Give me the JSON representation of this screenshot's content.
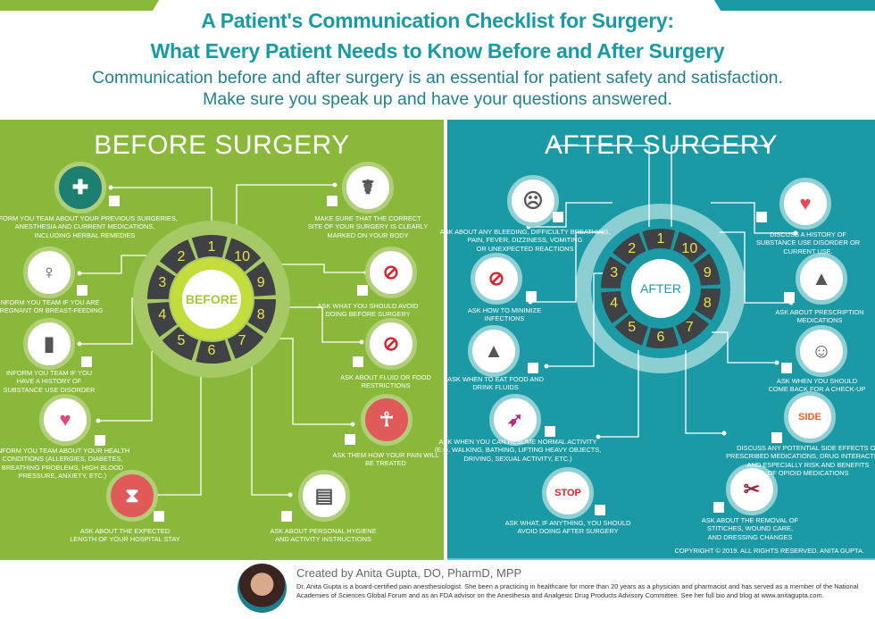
{
  "header": {
    "title_line1": "A Patient's Communication Checklist for Surgery:",
    "title_line2": "What Every Patient Needs to Know Before and After Surgery",
    "subtitle_line1": "Communication before and after surgery is an essential for patient safety and satisfaction.",
    "subtitle_line2": "Make sure you speak up and have your questions answered."
  },
  "colors": {
    "green": "#8ab83a",
    "teal": "#1b9aa6",
    "title": "#1a9aa5",
    "number": "#eae44e"
  },
  "before": {
    "title": "BEFORE SURGERY",
    "wheel_label": "BEFORE",
    "items": [
      {
        "number": "1",
        "icon": "first-aid-kit-icon",
        "text": "Inform you team about your previous surgeries,\nanesthesia and current medications,\nincluding herbal  remedies"
      },
      {
        "number": "2",
        "icon": "pregnant-woman-icon",
        "text": "Inform you team if you are\npregnant or breast-feeding"
      },
      {
        "number": "3",
        "icon": "pill-bottle-icon",
        "text": "Inform you team if you\nhave a history of\nsubstance use disorder"
      },
      {
        "number": "4",
        "icon": "health-conditions-heart-icon",
        "text": "Inform you team about your health\nconditions (allergies, diabetes,\nbreathing problems, high blood\npressure, anxiety, etc.)"
      },
      {
        "number": "5",
        "icon": "hourglass-icon",
        "text": "Ask about the expected\nlength of your hospital stay"
      },
      {
        "number": "6",
        "icon": "instructions-book-icon",
        "text": "Ask about personal hygiene\nand activity instructions"
      },
      {
        "number": "7",
        "icon": "body-pain-icon",
        "text": "Ask them how your pain will\nbe treated"
      },
      {
        "number": "8",
        "icon": "no-food-icon",
        "text": "Ask about fluid or food\nrestrictions"
      },
      {
        "number": "9",
        "icon": "no-eating-utensils-icon",
        "text": "Ask what you should avoid\ndoing before surgery"
      },
      {
        "number": "10",
        "icon": "surgeon-icon",
        "text": "Make sure that the correct\nsite of your surgery is clearly\nmarked on your body"
      }
    ]
  },
  "after": {
    "title": "AFTER SURGERY",
    "wheel_label": "AFTER",
    "items": [
      {
        "number": "1",
        "icon": "worried-face-icon",
        "text": "Ask about any bleeding, difficulty breathing,\npain, fever, dizziness, vomiting\nor unexpected reactions"
      },
      {
        "number": "2",
        "icon": "no-germs-icon",
        "text": "Ask how to minimize\ninfections"
      },
      {
        "number": "3",
        "icon": "food-drink-icon",
        "text": "Ask when to eat food and\ndrink fluids"
      },
      {
        "number": "4",
        "icon": "runner-icon",
        "text": "Ask when you can resume normal  activity\n(e.g. walking, bathing, lifting heavy objects,\ndriving, sexual activity, etc.)"
      },
      {
        "number": "5",
        "icon": "stop-sign-icon",
        "text": "Ask what, if anything, you should\navoid doing after surgery"
      },
      {
        "number": "6",
        "icon": "scissors-icon",
        "text": "Ask about the removal of\nstitiches, wound care,\nand dressing changes"
      },
      {
        "number": "7",
        "icon": "side-effects-icon",
        "text": "Discuss any potential side effects of\nprescribed medications, drug interactions\nand especially risk and benefits\nof opioid medications"
      },
      {
        "number": "8",
        "icon": "doctor-icon",
        "text": "Ask when you should\ncome back for a check-up"
      },
      {
        "number": "9",
        "icon": "prescription-food-icon",
        "text": "Ask about prescription\nmedications"
      },
      {
        "number": "10",
        "icon": "heart-hands-icon",
        "text": "Discuss a history of\nsubstance use disorder or\ncurrent use."
      }
    ],
    "copyright": "COPYRIGHT © 2019. ALL RIGHTS RESERVED. ANITA GUPTA."
  },
  "icon_glyphs": {
    "first-aid-kit-icon": "✚",
    "pregnant-woman-icon": "♀",
    "pill-bottle-icon": "▮",
    "health-conditions-heart-icon": "♥",
    "hourglass-icon": "⧗",
    "instructions-book-icon": "▤",
    "body-pain-icon": "☥",
    "no-food-icon": "⊘",
    "no-eating-utensils-icon": "⊘",
    "surgeon-icon": "☤",
    "worried-face-icon": "☹",
    "no-germs-icon": "⊘",
    "food-drink-icon": "▲",
    "runner-icon": "➶",
    "stop-sign-icon": "STOP",
    "scissors-icon": "✂",
    "side-effects-icon": "SIDE",
    "doctor-icon": "☺",
    "prescription-food-icon": "▲",
    "heart-hands-icon": "♥"
  },
  "footer": {
    "created_by": "Created by Anita Gupta, DO, PharmD, MPP",
    "bio": "Dr. Anita Gupta is a board-certified pain anesthesiologist. She been a practicing in healthcare for more than 20 years as a physician and pharmacist and has served as a member of the National Academies of Sciences Global Forum and as an FDA advisor on the Anesthesia and Analgesic Drug Products Advisory Committee. See her full bio and blog at www.anitagupta.com."
  }
}
